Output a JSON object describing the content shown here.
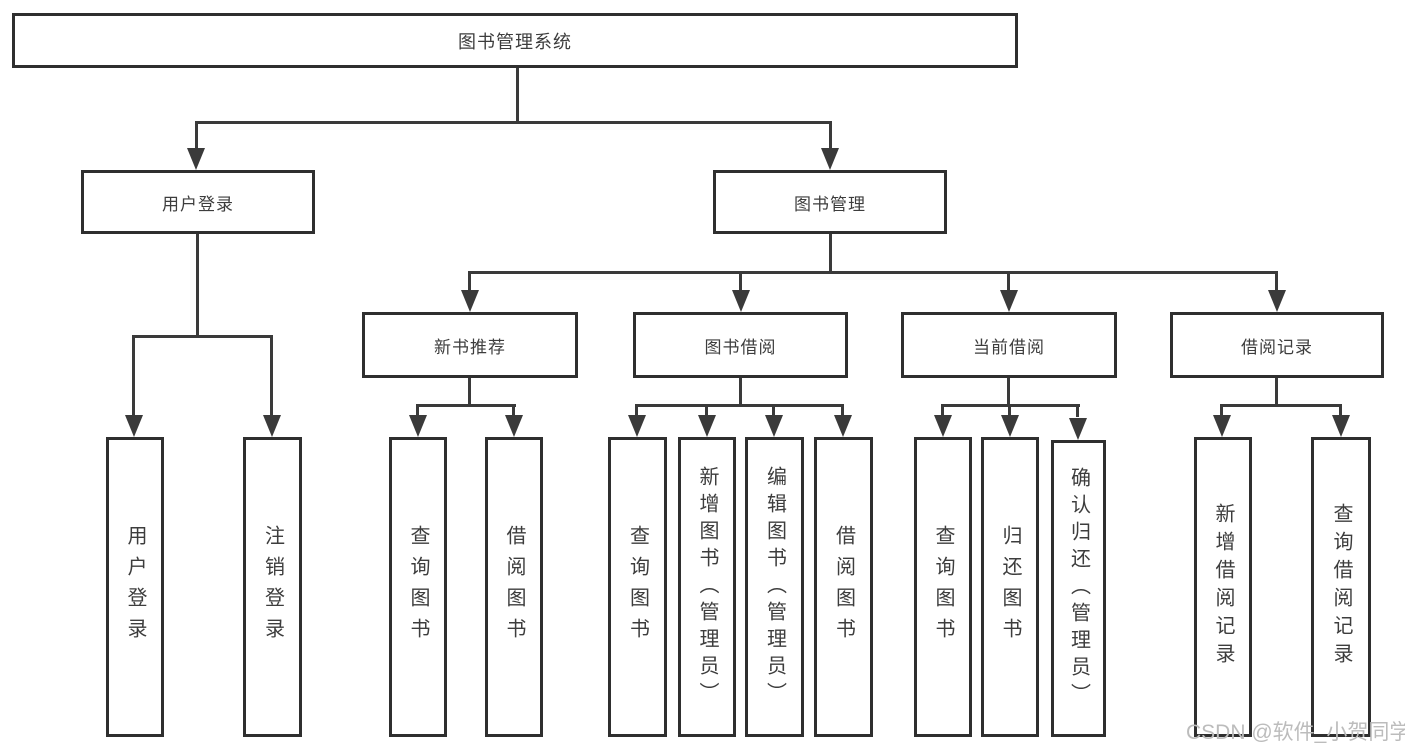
{
  "diagram": {
    "root": "图书管理系统",
    "level2": {
      "user_login": "用户登录",
      "book_management": "图书管理"
    },
    "level3": {
      "new_book_recommend": "新书推荐",
      "book_borrowing": "图书借阅",
      "current_borrowing": "当前借阅",
      "borrowing_records": "借阅记录"
    },
    "leaves": {
      "user_login_leaf": "用户登录",
      "logout_leaf": "注销登录",
      "recommend_query_books": "查询图书",
      "recommend_borrow_books": "借阅图书",
      "borrowing_query_books": "查询图书",
      "borrowing_add_books": "新增图书（管理员）",
      "borrowing_edit_books": "编辑图书（管理员）",
      "borrowing_borrow_books": "借阅图书",
      "current_query_books": "查询图书",
      "current_return_books": "归还图书",
      "current_confirm_return": "确认归还（管理员）",
      "records_add_record": "新增借阅记录",
      "records_query_record": "查询借阅记录"
    }
  },
  "watermark": "CSDN @软件_小贺同学",
  "colors": {
    "line": "#3a3a3a",
    "box_border": "#2f2f2f",
    "text": "#3d3d3d",
    "watermark": "#bcbcbc",
    "background": "#ffffff"
  }
}
